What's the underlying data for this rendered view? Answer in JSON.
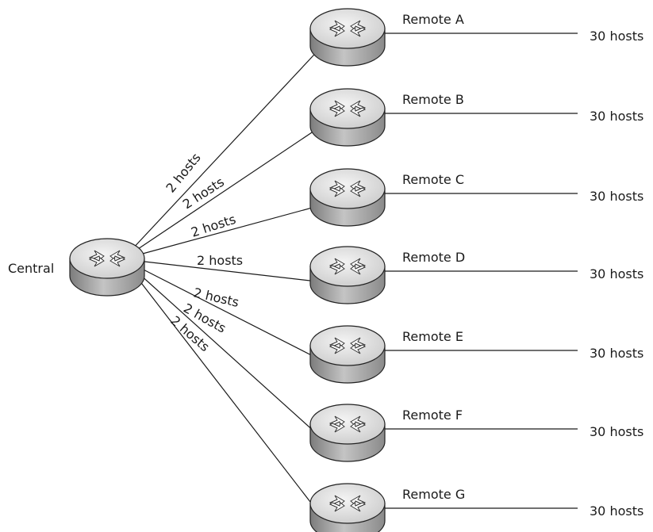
{
  "central": {
    "label": "Central"
  },
  "link_label": "2 hosts",
  "lan_label": "30 hosts",
  "remotes": [
    {
      "label": "Remote A"
    },
    {
      "label": "Remote B"
    },
    {
      "label": "Remote C"
    },
    {
      "label": "Remote D"
    },
    {
      "label": "Remote E"
    },
    {
      "label": "Remote F"
    },
    {
      "label": "Remote G"
    }
  ],
  "colors": {
    "router_top": "#e6e6e6",
    "router_side": "#a8a8a8",
    "line": "#1a1a1a"
  }
}
